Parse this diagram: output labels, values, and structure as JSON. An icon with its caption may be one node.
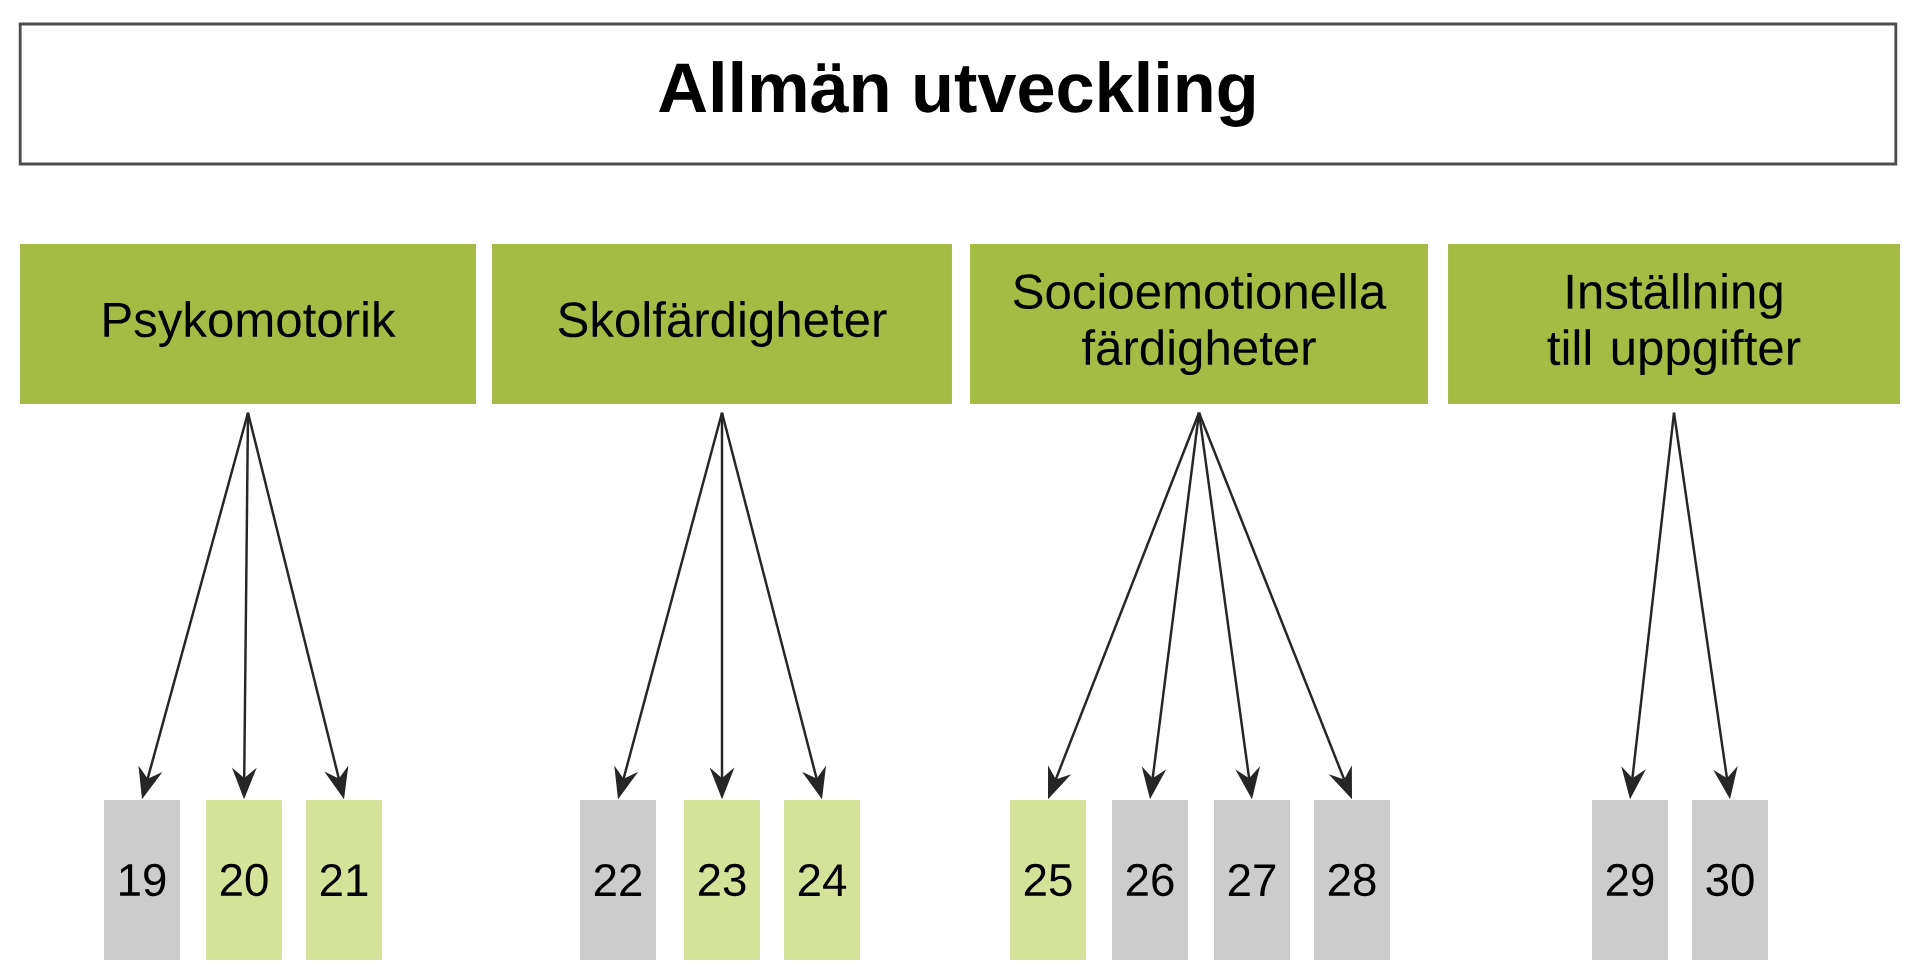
{
  "diagram": {
    "nodes": [
      {
        "text": [
          "Allmän utveckling"
        ]
      },
      {
        "text": [
          "Psykomotorik"
        ]
      },
      {
        "text": [
          "Skolfärdigheter"
        ]
      },
      {
        "text": [
          "Socioemotionella färdigheter"
        ]
      },
      {
        "text": [
          "Inställning till uppgifter"
        ]
      },
      {
        "text": [
          "19"
        ]
      },
      {
        "text": [
          "20"
        ]
      },
      {
        "text": [
          "21"
        ]
      },
      {
        "text": [
          "22"
        ]
      },
      {
        "text": [
          "23"
        ]
      },
      {
        "text": [
          "24"
        ]
      },
      {
        "text": [
          "25"
        ]
      },
      {
        "text": [
          "26"
        ]
      },
      {
        "text": [
          "27"
        ]
      },
      {
        "text": [
          "28"
        ]
      },
      {
        "text": [
          "29"
        ]
      },
      {
        "text": [
          "30"
        ]
      }
    ],
    "edges": [
      {
        "from": 1,
        "to": 5,
        "arrow": "to"
      },
      {
        "from": 1,
        "to": 6,
        "arrow": "to"
      },
      {
        "from": 1,
        "to": 7,
        "arrow": "to"
      },
      {
        "from": 2,
        "to": 8,
        "arrow": "to"
      },
      {
        "from": 2,
        "to": 9,
        "arrow": "to"
      },
      {
        "from": 2,
        "to": 10,
        "arrow": "to"
      },
      {
        "from": 3,
        "to": 11,
        "arrow": "to"
      },
      {
        "from": 3,
        "to": 12,
        "arrow": "to"
      },
      {
        "from": 3,
        "to": 13,
        "arrow": "to"
      },
      {
        "from": 3,
        "to": 14,
        "arrow": "to"
      },
      {
        "from": 4,
        "to": 15,
        "arrow": "to"
      },
      {
        "from": 4,
        "to": 16,
        "arrow": "to"
      }
    ]
  }
}
